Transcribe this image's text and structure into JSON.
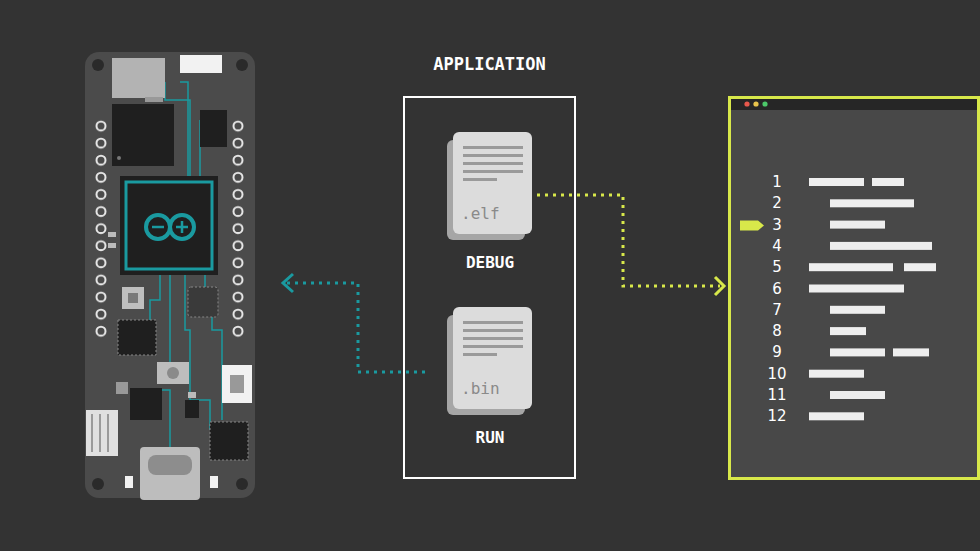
{
  "diagram": {
    "nodes": [
      {
        "text": [
          "APPLICATION"
        ]
      },
      {
        "text": [
          ".elf",
          "DEBUG"
        ],
        "in": 0
      },
      {
        "text": [
          ".bin",
          "RUN"
        ],
        "in": 0
      },
      {
        "text": [
          "1",
          "2",
          "3",
          "4",
          "5",
          "6",
          "7",
          "8",
          "9",
          "10",
          "11",
          "12"
        ]
      }
    ],
    "edges": [
      {
        "from": 1,
        "to": 3,
        "arrow": "to"
      }
    ]
  }
}
